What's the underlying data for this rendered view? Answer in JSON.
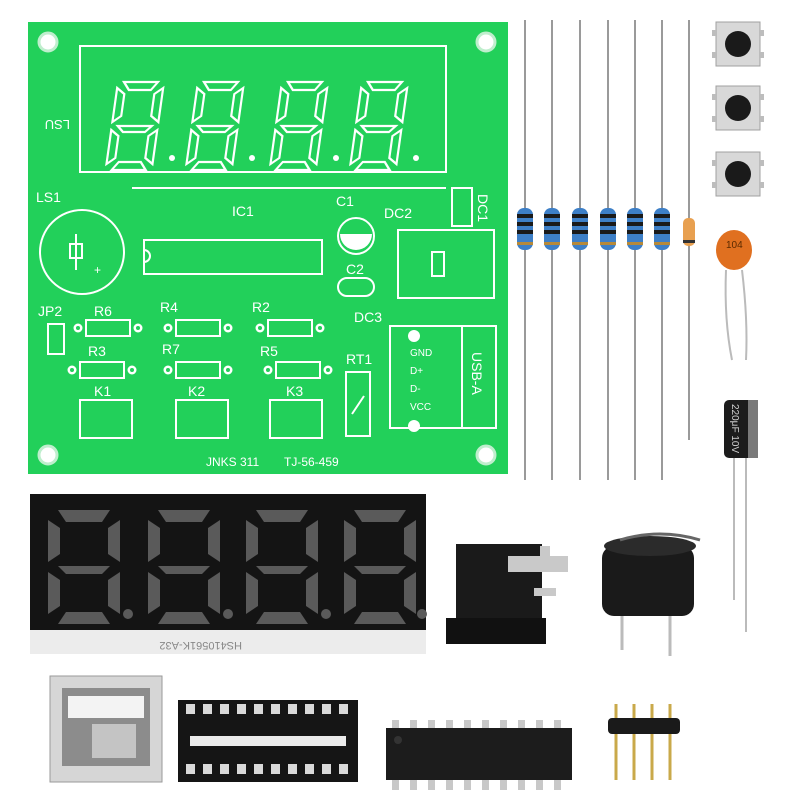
{
  "pcb": {
    "board_color": "#22d05a",
    "mirrored_label": "LSU",
    "labels": {
      "ls1": "LS1",
      "ic1": "IC1",
      "c1": "C1",
      "dc2": "DC2",
      "dc1": "DC1",
      "c2": "C2",
      "jp2": "JP2",
      "r6": "R6",
      "r4": "R4",
      "r2": "R2",
      "dc3": "DC3",
      "r3": "R3",
      "r7": "R7",
      "r5": "R5",
      "rt1": "RT1",
      "k1": "K1",
      "k2": "K2",
      "k3": "K3",
      "plus": "+",
      "gnd": "GND",
      "dplus": "D+",
      "dminus": "D-",
      "vcc": "VCC",
      "usb": "USB-A",
      "maker": "JNKS 311",
      "model": "TJ-56-459"
    }
  },
  "display_module": {
    "part_number": "HS410561K-A32"
  },
  "ceramic_capacitor": {
    "marking": "104"
  },
  "electrolytic_capacitor": {
    "marking": "220μF 10V"
  },
  "components": {
    "resistors": 6,
    "diode": 1,
    "tact_switches": 3,
    "ic_socket_pins": 20,
    "header_pins": 4
  }
}
